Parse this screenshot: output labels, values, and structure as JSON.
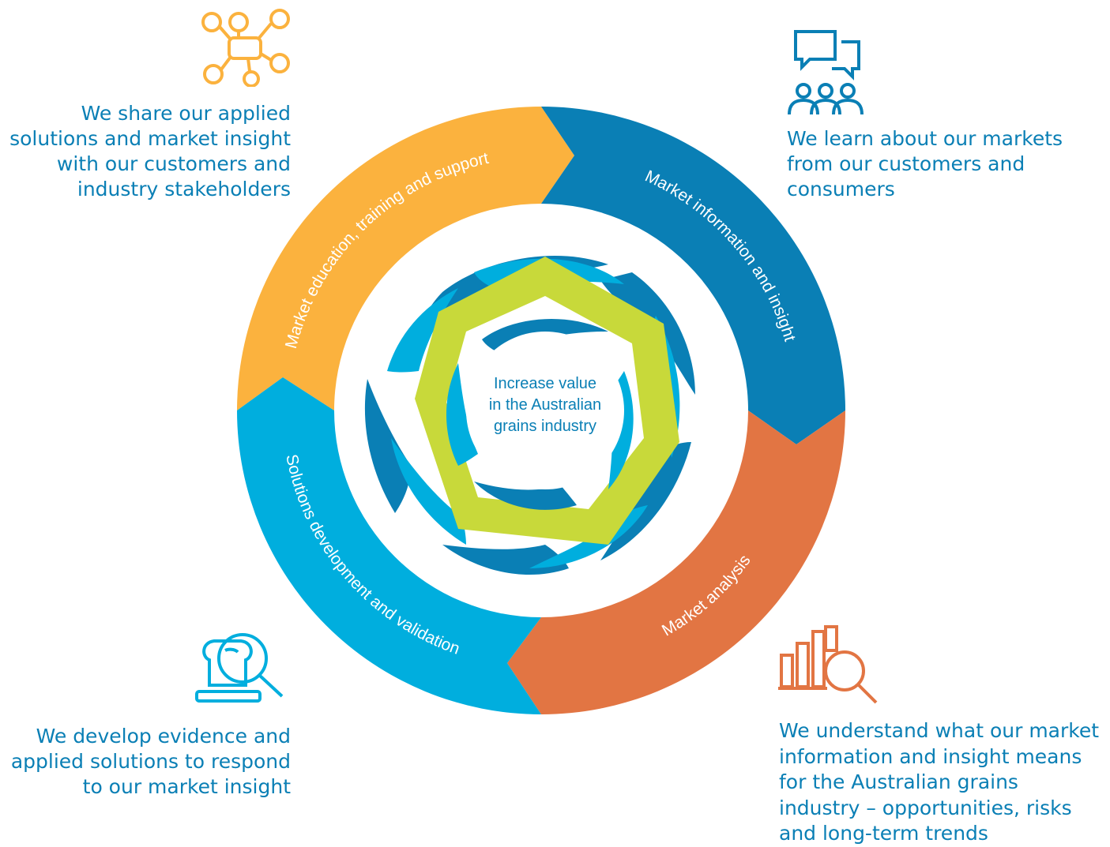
{
  "colors": {
    "education": "#fbb23e",
    "information": "#0a7fb5",
    "analysis": "#e27543",
    "solutions": "#00aede",
    "lime": "#c8d93a",
    "caption_text": "#0a7fb5"
  },
  "segments": {
    "education": "Market education, training and support",
    "information": "Market information and insight",
    "analysis": "Market analysis",
    "solutions": "Solutions development and validation"
  },
  "center": {
    "line1": "Increase value",
    "line2": "in the Australian",
    "line3": "grains industry"
  },
  "captions": {
    "top_left": "We share our applied solutions and market insight with our customers and industry stakeholders",
    "top_right": "We learn about our markets from our customers and consumers",
    "bottom_left": "We develop evidence and applied solutions to respond to our market insight",
    "bottom_right": "We understand what our market information and insight means for the Australian grains industry – opportunities, risks and long-term trends"
  },
  "icons": {
    "top_left": "network-people-icon",
    "top_right": "conversation-group-icon",
    "bottom_left": "bread-magnifier-icon",
    "bottom_right": "bar-chart-magnifier-icon"
  }
}
